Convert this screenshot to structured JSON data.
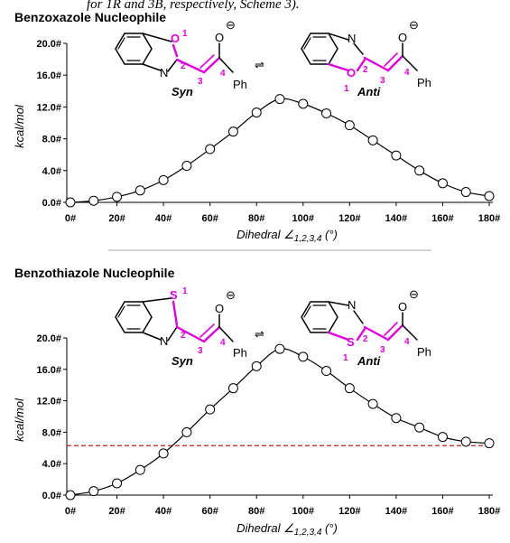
{
  "header_fragment": "for 1R and 3B, respectively, Scheme 3).",
  "colors": {
    "magenta": "#e000e0",
    "line": "#000000",
    "marker_fill": "#ffffff",
    "reference_line": "#c00000",
    "divider": "#aaaaaa"
  },
  "molecules": {
    "syn": {
      "hetero_label": "Syn",
      "x_label": "Syn"
    },
    "anti": {
      "hetero_label": "Anti"
    },
    "ring_n": "N",
    "oxide": "O",
    "charge": "⊖",
    "phenyl": "Ph",
    "n1": "1",
    "n2": "2",
    "n3": "3",
    "n4": "4"
  },
  "chart_data": [
    {
      "type": "line",
      "title": "Benzoxazole Nucleophile",
      "heteroatom": "O",
      "equilibrium_arrows": "⇌",
      "xlabel": "Dihedral ∠1,2,3,4 (°)",
      "ylabel": "kcal/mol",
      "x_ticks": [
        "0#",
        "20#",
        "40#",
        "60#",
        "80#",
        "100#",
        "120#",
        "140#",
        "160#",
        "180#"
      ],
      "y_ticks": [
        "0.0#",
        "4.0#",
        "8.0#",
        "12.0#",
        "16.0#",
        "20.0#"
      ],
      "xlim": [
        0,
        180
      ],
      "ylim": [
        0,
        20
      ],
      "marker": "open circle",
      "reference_line": null,
      "series": [
        {
          "x": [
            0,
            10,
            20,
            30,
            40,
            50,
            60,
            70,
            80,
            90,
            100,
            110,
            120,
            130,
            140,
            150,
            160,
            170,
            180
          ],
          "y": [
            0.0,
            0.2,
            0.7,
            1.5,
            2.8,
            4.6,
            6.7,
            8.9,
            11.3,
            13.0,
            12.4,
            11.2,
            9.7,
            7.8,
            5.9,
            4.0,
            2.4,
            1.3,
            0.8
          ]
        }
      ]
    },
    {
      "type": "line",
      "title": "Benzothiazole Nucleophile",
      "heteroatom": "S",
      "equilibrium_arrows": "⇌",
      "xlabel": "Dihedral ∠1,2,3,4 (°)",
      "ylabel": "kcal/mol",
      "x_ticks": [
        "0#",
        "20#",
        "40#",
        "60#",
        "80#",
        "100#",
        "120#",
        "140#",
        "160#",
        "180#"
      ],
      "y_ticks": [
        "0.0#",
        "4.0#",
        "8.0#",
        "12.0#",
        "16.0#",
        "20.0#"
      ],
      "xlim": [
        0,
        180
      ],
      "ylim": [
        0,
        20
      ],
      "marker": "open circle",
      "reference_line": 6.3,
      "series": [
        {
          "x": [
            0,
            10,
            20,
            30,
            40,
            50,
            60,
            70,
            80,
            90,
            100,
            110,
            120,
            130,
            140,
            150,
            160,
            170,
            180
          ],
          "y": [
            0.0,
            0.5,
            1.5,
            3.2,
            5.3,
            8.0,
            10.9,
            13.6,
            16.4,
            18.6,
            17.6,
            15.8,
            13.6,
            11.6,
            9.8,
            8.6,
            7.4,
            6.8,
            6.6
          ]
        }
      ]
    }
  ]
}
